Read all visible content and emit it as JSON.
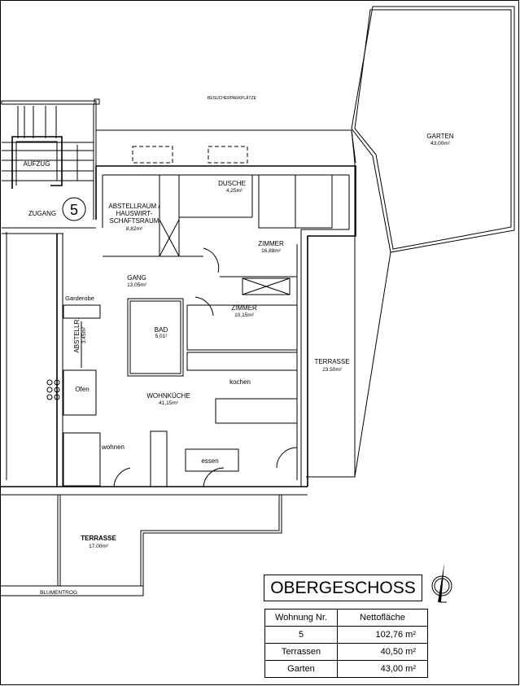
{
  "plan": {
    "parking_label": "BESUCHERPARKPLÄTZE",
    "elevator_label": "AUFZUG",
    "entrance_label": "ZUGANG",
    "entrance_number": "5",
    "rooms": {
      "abstellraum": {
        "name1": "ABSTELLRAUM /",
        "name2": "HAUSWIRT-",
        "name3": "SCHAFTSRAUM",
        "area": "8,82m²"
      },
      "dusche": {
        "name": "DUSCHE",
        "area": "4,25m²"
      },
      "zimmer1": {
        "name": "ZIMMER",
        "area": "16,88m²"
      },
      "gang": {
        "name": "GANG",
        "area": "13,05m²"
      },
      "zimmer2": {
        "name": "ZIMMER",
        "area": "10,15m²"
      },
      "bad": {
        "name": "BAD",
        "area": "5,01²"
      },
      "abstell": {
        "name": "ABSTELLR.",
        "area": "3,45m²"
      },
      "wohnkueche": {
        "name": "WOHNKÜCHE",
        "area": "41,15m²"
      },
      "terrasse_east": {
        "name": "TERRASSE",
        "area": "23.50m²"
      },
      "terrasse_south": {
        "name": "TERRASSE",
        "area": "17.00m²"
      },
      "garten": {
        "name": "GARTEN",
        "area": "43,00m²"
      }
    },
    "labels": {
      "garderobe": "Garderobe",
      "ofen": "Ofen",
      "kochen": "kochen",
      "wohnen": "wohnen",
      "essen": "essen",
      "blumentrog": "BLUMENTROG"
    }
  },
  "legend": {
    "title": "OBERGESCHOSS",
    "headers": [
      "Wohnung Nr.",
      "Nettofläche"
    ],
    "rows": [
      [
        "5",
        "102,76 m²"
      ],
      [
        "Terrassen",
        "40,50 m²"
      ],
      [
        "Garten",
        "43,00 m²"
      ]
    ]
  }
}
